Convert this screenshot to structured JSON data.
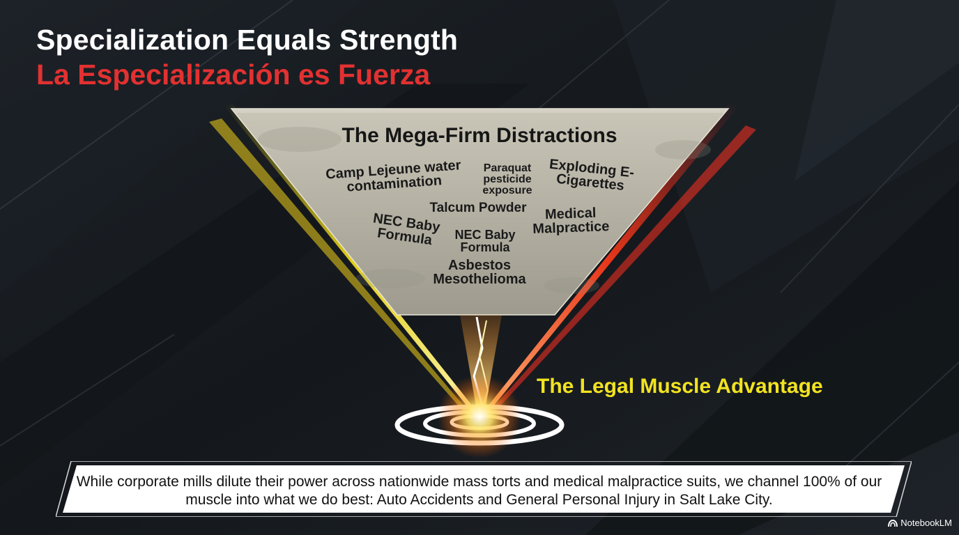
{
  "title": {
    "english": "Specialization Equals Strength",
    "spanish": "La Especialización es Fuerza"
  },
  "funnel": {
    "heading": "The Mega-Firm Distractions",
    "topics": [
      "Camp Lejeune water contamination",
      "Paraquat pesticide exposure",
      "Exploding E-Cigarettes",
      "Talcum Powder",
      "NEC Baby Formula",
      "NEC Baby Formula",
      "Medical Malpractice",
      "Asbestos Mesothelioma"
    ]
  },
  "advantage_label": "The Legal Muscle Advantage",
  "caption": "While corporate mills dilute their power across nationwide mass torts and medical malpractice suits, we channel 100% of our muscle into what we do best: Auto Accidents and General Personal Injury in Salt Lake City.",
  "brand": "NotebookLM",
  "colors": {
    "accent_red": "#e23131",
    "accent_yellow": "#f2e320",
    "background": "#161a1f"
  }
}
